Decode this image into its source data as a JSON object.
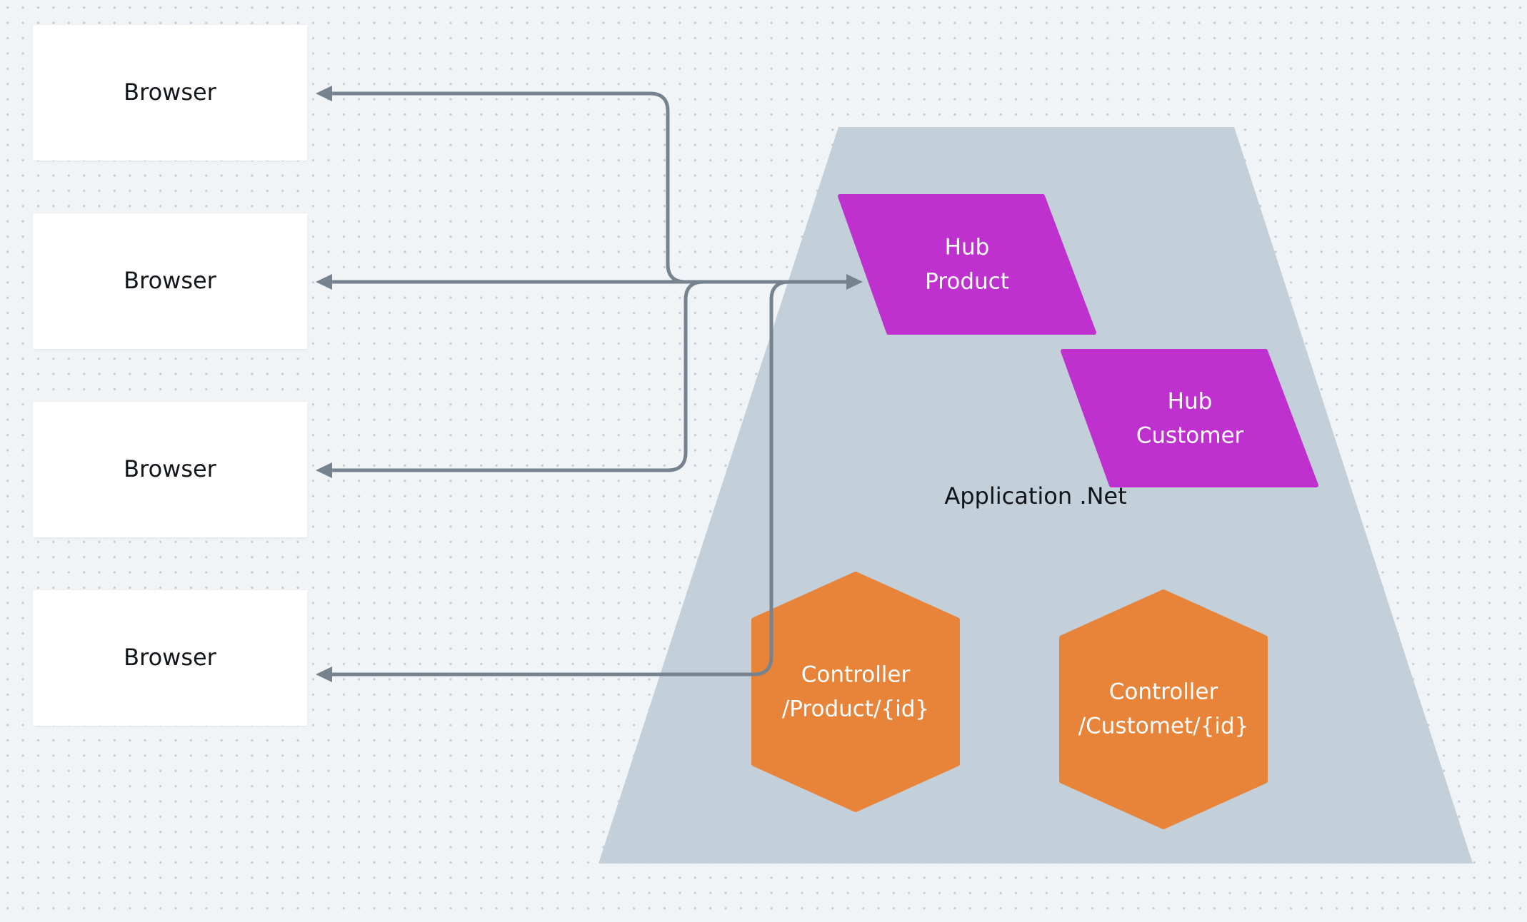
{
  "browsers": [
    {
      "label": "Browser"
    },
    {
      "label": "Browser"
    },
    {
      "label": "Browser"
    },
    {
      "label": "Browser"
    }
  ],
  "application": {
    "label": "Application .Net",
    "color": "#c3cfd9"
  },
  "hubs": [
    {
      "line1": "Hub",
      "line2": "Product",
      "color": "#bf31cf"
    },
    {
      "line1": "Hub",
      "line2": "Customer",
      "color": "#bf31cf"
    }
  ],
  "controllers": [
    {
      "line1": "Controller",
      "line2": "/Product/{id}",
      "color": "#e8843a"
    },
    {
      "line1": "Controller",
      "line2": "/Customet/{id}",
      "color": "#e8843a"
    }
  ],
  "colors": {
    "connector": "#76838f",
    "background": "#f1f4f7"
  }
}
